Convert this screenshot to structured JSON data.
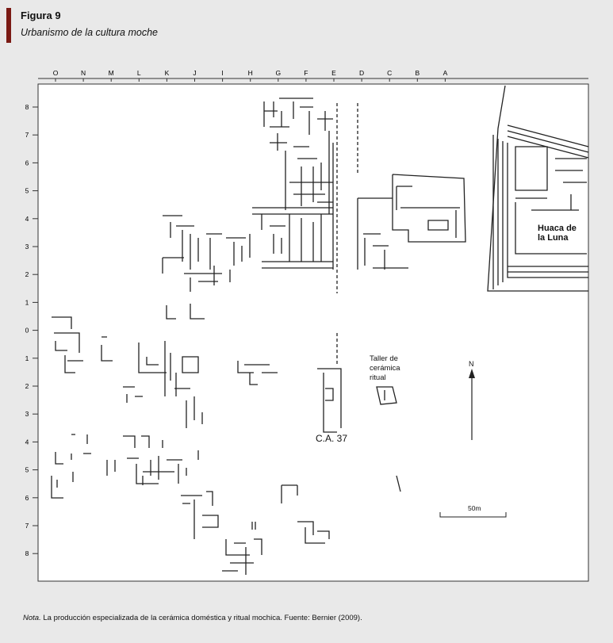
{
  "figure": {
    "number": "Figura 9",
    "title": "Urbanismo de la cultura moche"
  },
  "colors": {
    "accent": "#7a1a14",
    "background": "#e9e9e9",
    "map_bg": "#ffffff",
    "ink": "#222222"
  },
  "grid": {
    "columns": [
      "O",
      "N",
      "M",
      "L",
      "K",
      "J",
      "I",
      "H",
      "G",
      "F",
      "E",
      "D",
      "C",
      "B",
      "A"
    ],
    "rows": [
      "8",
      "7",
      "6",
      "5",
      "4",
      "3",
      "2",
      "1",
      "0",
      "1",
      "2",
      "3",
      "4",
      "5",
      "6",
      "7",
      "8"
    ]
  },
  "labels": {
    "huaca": "Huaca de la Luna",
    "workshop_lines": [
      "Taller de",
      "cerámica",
      "ritual"
    ],
    "compound": "C.A. 37",
    "north": "N",
    "scale": "50m"
  },
  "note": {
    "label": "Nota.",
    "text": " La producción especializada de la cerámica doméstica y ritual mochica. Fuente: Bernier (2009)."
  }
}
